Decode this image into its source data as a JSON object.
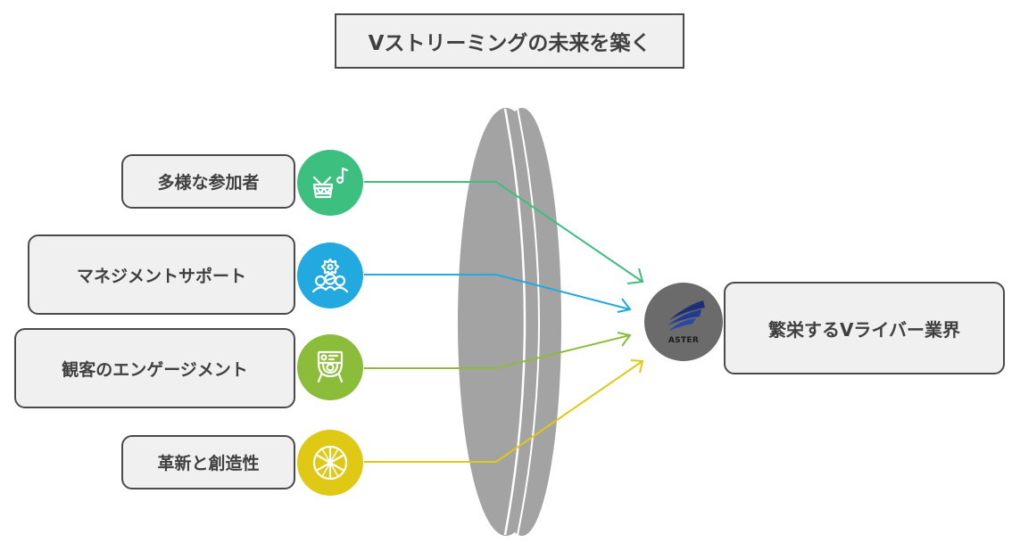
{
  "title": "Vストリーミングの未来を築く",
  "inputs": [
    {
      "label": "多様な参加者",
      "icon": "drum-music-icon",
      "color": "#3dbf7f"
    },
    {
      "label": "マネジメントサポート",
      "icon": "team-gear-icon",
      "color": "#22a9df"
    },
    {
      "label": "観客のエンゲージメント",
      "icon": "camera-device-icon",
      "color": "#8cbd3a"
    },
    {
      "label": "革新と創造性",
      "icon": "citrus-slice-icon",
      "color": "#e0c915"
    }
  ],
  "lens": {
    "color": "#a3a3a3"
  },
  "logo": {
    "text": "ASTER",
    "bg": "#6b6b6b",
    "wing_color": "#1e2f7a"
  },
  "output": {
    "label": "繁栄するVライバー業界"
  }
}
